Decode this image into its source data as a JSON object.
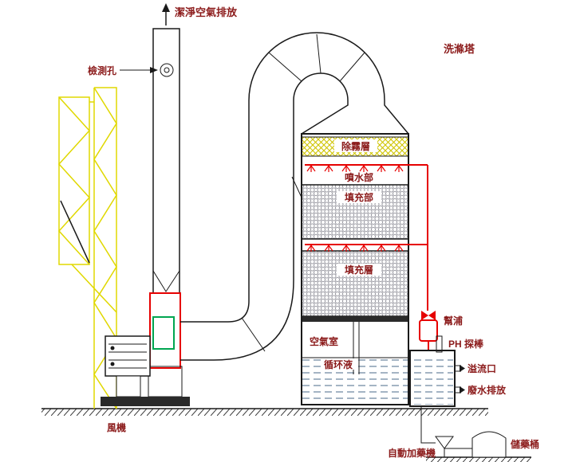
{
  "diagram": {
    "title": "洗滌塔",
    "labels": {
      "clean_air": "潔淨空氣排放",
      "inspection_port": "檢測孔",
      "scrubber_tower": "洗滌塔",
      "demister": "除霧層",
      "spray_section": "噴水部",
      "packing_section": "填充部",
      "packing_layer": "填充層",
      "air_chamber": "空氣室",
      "circulating_liquid": "循环液",
      "pump": "幫浦",
      "ph_probe": "PH 探棒",
      "overflow": "溢流口",
      "wastewater": "廢水排放",
      "chemical_barrel": "儲藥桶",
      "auto_doser": "自動加藥機",
      "fan": "風機"
    },
    "colors": {
      "label_text": "#8b1a1a",
      "pipe_red": "#e60000",
      "lattice_yellow": "#e0d800",
      "fan_green": "#00a550",
      "outline_black": "#1a1a1a",
      "background": "#ffffff"
    }
  }
}
